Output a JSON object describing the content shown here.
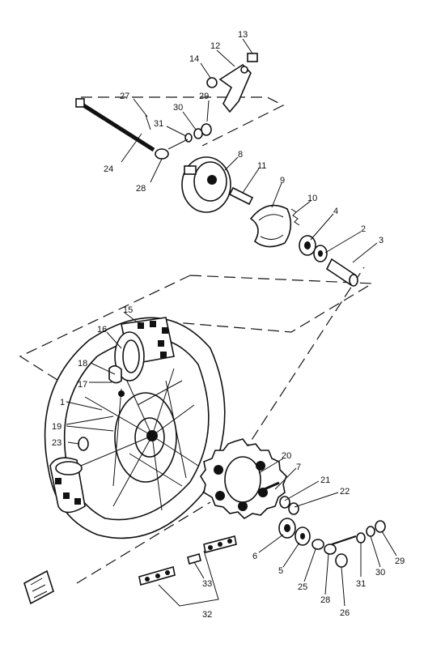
{
  "diagram": {
    "labels": [
      "13",
      "12",
      "14",
      "27",
      "30",
      "29",
      "31",
      "24",
      "28",
      "8",
      "11",
      "9",
      "10",
      "4",
      "2",
      "3",
      "15",
      "16",
      "18",
      "17",
      "1",
      "19",
      "23",
      "20",
      "7",
      "21",
      "22",
      "6",
      "5",
      "25",
      "26",
      "31",
      "30",
      "29",
      "28",
      "33",
      "32"
    ]
  }
}
